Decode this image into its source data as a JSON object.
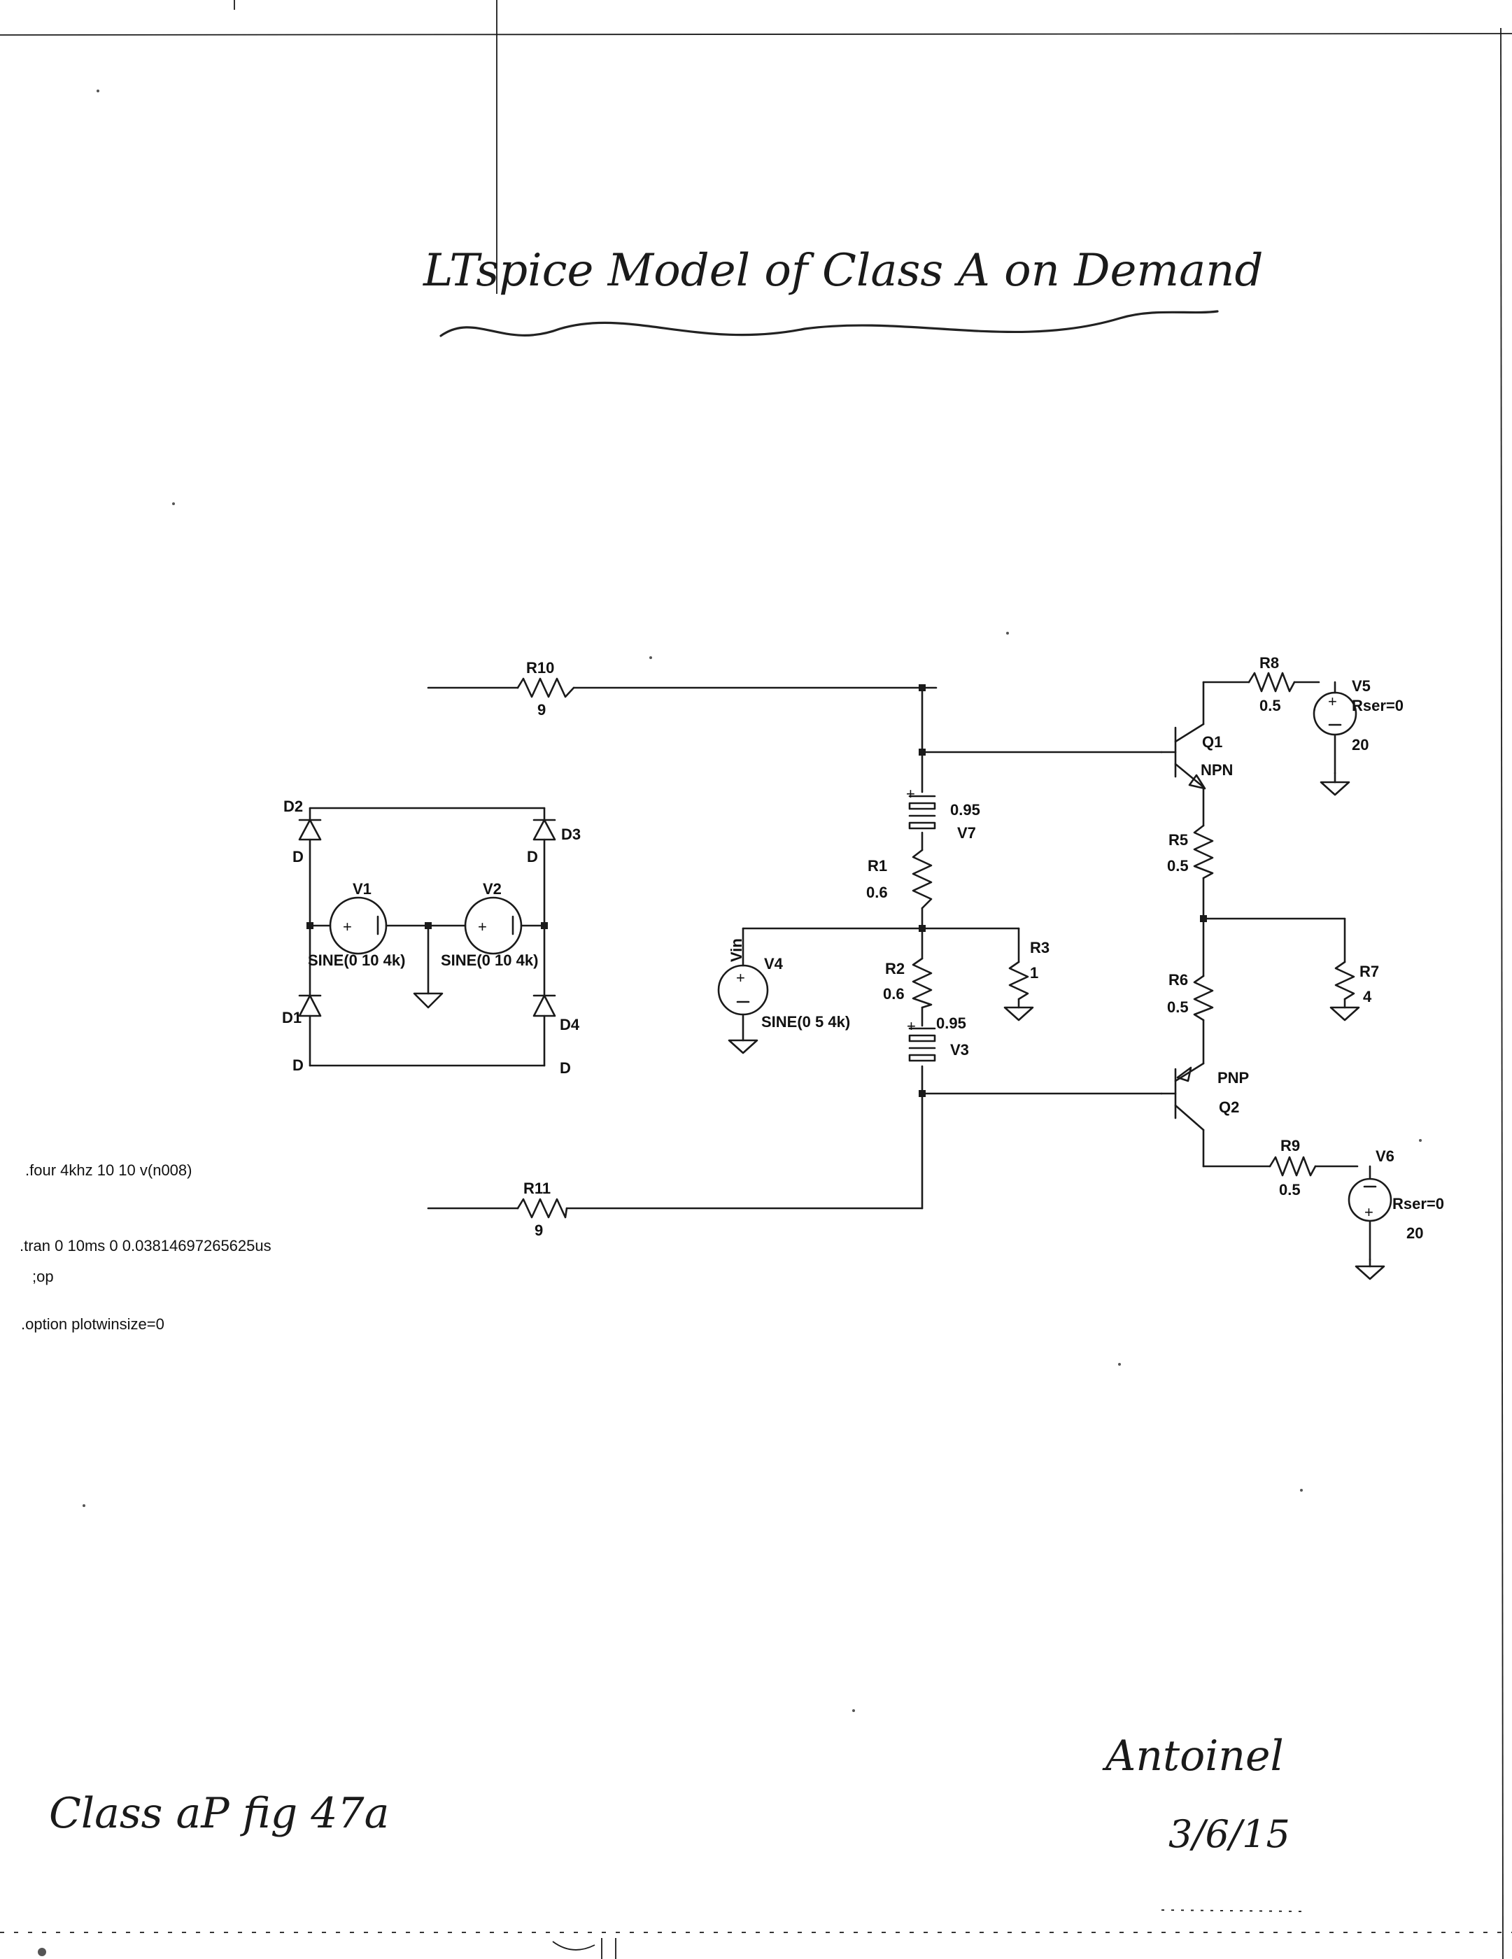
{
  "title": "LTspice Model of Class A on Demand",
  "footer_left": "Class aP fig 47a",
  "signature": "Antoinel",
  "date": "3/6/15",
  "directives": [
    ".four 4khz 10 10 v(n008)",
    ".tran 0 10ms 0 0.03814697265625us",
    ";op",
    ".option plotwinsize=0"
  ],
  "components": {
    "R10": {
      "name": "R10",
      "value": "9"
    },
    "R11": {
      "name": "R11",
      "value": "9"
    },
    "R1": {
      "name": "R1",
      "value": "0.6"
    },
    "R2": {
      "name": "R2",
      "value": "0.6"
    },
    "R3": {
      "name": "R3",
      "value": "1"
    },
    "R5": {
      "name": "R5",
      "value": "0.5"
    },
    "R6": {
      "name": "R6",
      "value": "0.5"
    },
    "R7": {
      "name": "R7",
      "value": "4"
    },
    "R8": {
      "name": "R8",
      "value": "0.5"
    },
    "R9": {
      "name": "R9",
      "value": "0.5"
    },
    "V1": {
      "name": "V1",
      "value": "SINE(0 10 4k)"
    },
    "V2": {
      "name": "V2",
      "value": "SINE(0 10 4k)"
    },
    "V3": {
      "name": "V3",
      "value": "0.95"
    },
    "V4": {
      "name": "V4",
      "value": "SINE(0 5 4k)",
      "net": "Vin"
    },
    "V5": {
      "name": "V5",
      "value": "20",
      "param": "Rser=0"
    },
    "V6": {
      "name": "V6",
      "value": "20",
      "param": "Rser=0"
    },
    "V7": {
      "name": "V7",
      "value": "0.95"
    },
    "D1": {
      "name": "D1",
      "model": "D"
    },
    "D2": {
      "name": "D2",
      "model": "D"
    },
    "D3": {
      "name": "D3",
      "model": "D"
    },
    "D4": {
      "name": "D4",
      "model": "D"
    },
    "Q1": {
      "name": "Q1",
      "model": "NPN"
    },
    "Q2": {
      "name": "Q2",
      "model": "PNP"
    }
  }
}
